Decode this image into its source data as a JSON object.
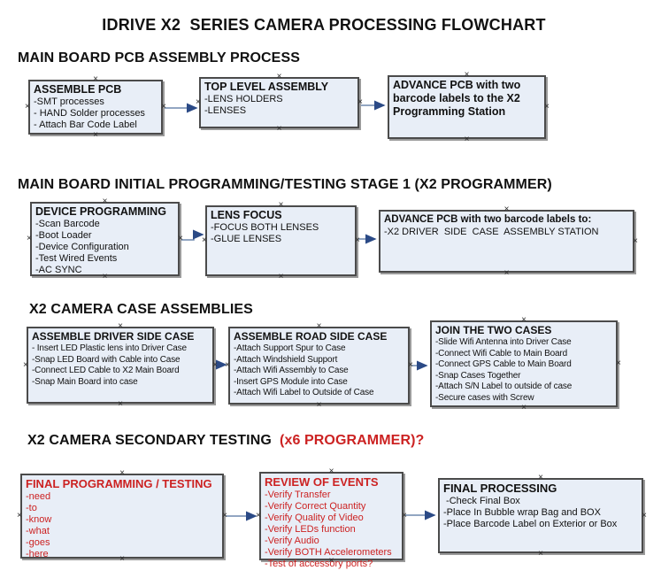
{
  "title": "IDRIVE X2  SERIES CAMERA PROCESSING FLOWCHART",
  "icons": {
    "connection_marker": "×"
  },
  "colors": {
    "box_fill": "#e8eef7",
    "box_border": "#4b4b4b",
    "red_text": "#cc2222",
    "arrow_line": "#6f89ae",
    "arrow_head": "#2b4a86"
  },
  "sections": [
    {
      "heading": "MAIN BOARD PCB ASSEMBLY PROCESS",
      "boxes": [
        {
          "title": "ASSEMBLE PCB",
          "lines": [
            "-SMT processes",
            "- HAND Solder processes",
            "- Attach Bar Code Label"
          ]
        },
        {
          "title": "TOP LEVEL ASSEMBLY",
          "lines": [
            "-LENS HOLDERS",
            "-LENSES"
          ]
        },
        {
          "title": "ADVANCE PCB with two barcode labels to the  X2 Programming Station",
          "lines": []
        }
      ]
    },
    {
      "heading": "MAIN BOARD INITIAL PROGRAMMING/TESTING STAGE 1 (X2 PROGRAMMER)",
      "boxes": [
        {
          "title": "DEVICE PROGRAMMING",
          "lines": [
            "-Scan Barcode",
            "-Boot Loader",
            "-Device Configuration",
            "-Test Wired Events",
            "-AC SYNC"
          ]
        },
        {
          "title": "LENS FOCUS",
          "lines": [
            "-FOCUS BOTH LENSES",
            "-GLUE LENSES"
          ]
        },
        {
          "title": "ADVANCE PCB with two barcode labels to:",
          "lines": [
            "-X2 DRIVER  SIDE  CASE  ASSEMBLY STATION"
          ]
        }
      ]
    },
    {
      "heading": "X2 CAMERA CASE ASSEMBLIES",
      "boxes": [
        {
          "title": "ASSEMBLE DRIVER SIDE CASE",
          "lines": [
            "- Insert LED Plastic lens into Driver Case",
            "-Snap LED Board with Cable into Case",
            "-Connect LED Cable to X2 Main Board",
            "-Snap Main Board into case"
          ]
        },
        {
          "title": "ASSEMBLE ROAD SIDE CASE",
          "lines": [
            "-Attach Support Spur to Case",
            "-Attach Windshield Support",
            "-Attach Wifi Assembly to Case",
            "-Insert GPS Module into Case",
            "-Attach Wifi Label to Outside of Case"
          ]
        },
        {
          "title": "JOIN THE TWO CASES",
          "lines": [
            "-Slide Wifi Antenna into Driver Case",
            "-Connect Wifi Cable to Main Board",
            "-Connect GPS Cable to Main Board",
            "-Snap Cases Together",
            "-Attach S/N Label to outside of case",
            "-Secure cases with Screw"
          ]
        }
      ]
    },
    {
      "heading": "X2 CAMERA SECONDARY TESTING  ",
      "heading_red": "(x6 PROGRAMMER)?",
      "boxes": [
        {
          "title": "FINAL PROGRAMMING / TESTING",
          "lines": [
            "-need",
            "-to",
            "-know",
            "-what",
            "-goes",
            "-here"
          ]
        },
        {
          "title": "REVIEW OF EVENTS",
          "lines": [
            "-Verify Transfer",
            "-Verify Correct Quantity",
            "-Verify Quality of Video",
            "-Verify LEDs function",
            "-Verify Audio",
            "-Verify BOTH Accelerometers",
            "-Test of accessory ports?"
          ]
        },
        {
          "title": "FINAL PROCESSING",
          "lines": [
            " -Check Final Box",
            "-Place In Bubble wrap Bag and BOX",
            "-Place Barcode Label on Exterior or Box"
          ]
        }
      ]
    }
  ]
}
